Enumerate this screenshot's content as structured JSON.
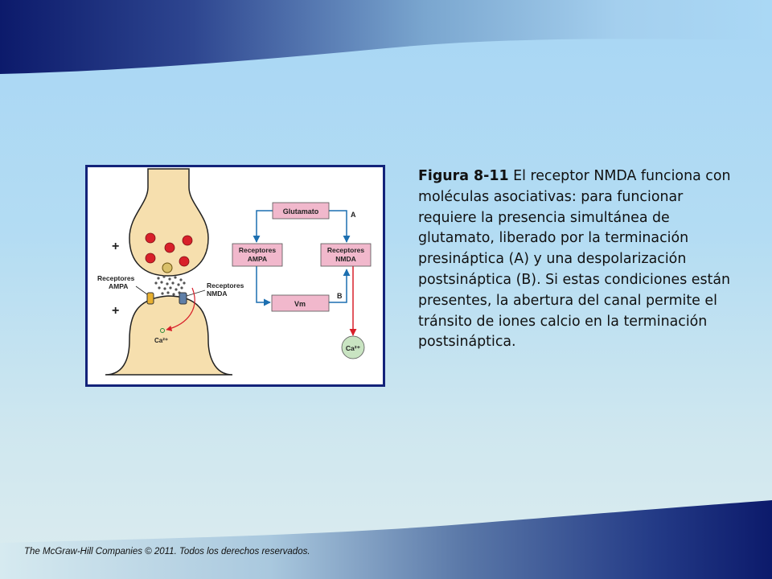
{
  "caption": {
    "figure_label": "Figura 8-11",
    "text": " El receptor NMDA funciona con moléculas asociativas: para funcionar requiere la presencia simultánea de glutamato, liberado por la terminación presináptica (A) y una despolarización  postsináptica (B). Si estas condiciones están presentes, la abertura del canal permite el tránsito de iones calcio en la terminación postsináptica."
  },
  "footer": "The McGraw-Hill Companies © 2011. Todos los derechos reservados.",
  "diagram": {
    "synapse": {
      "plus_top": "+",
      "plus_bottom": "+",
      "receptor_ampa_line1": "Receptores",
      "receptor_ampa_line2": "AMPA",
      "receptor_nmda_line1": "Receptores",
      "receptor_nmda_line2": "NMDA",
      "ca_label": "Ca²⁺"
    },
    "flow": {
      "glutamato": "Glutamato",
      "ampa_line1": "Receptores",
      "ampa_line2": "AMPA",
      "nmda_line1": "Receptores",
      "nmda_line2": "NMDA",
      "vm": "Vm",
      "label_a": "A",
      "label_b": "B",
      "ca": "Ca²⁺"
    }
  },
  "colors": {
    "header_navy": "#0c1a6b",
    "terminal_fill": "#f6dfae",
    "box_fill": "#f1b8cc",
    "arrow_blue": "#1c6fb0",
    "arrow_red": "#d8202a",
    "ca_circle": "#c9e4c2"
  }
}
